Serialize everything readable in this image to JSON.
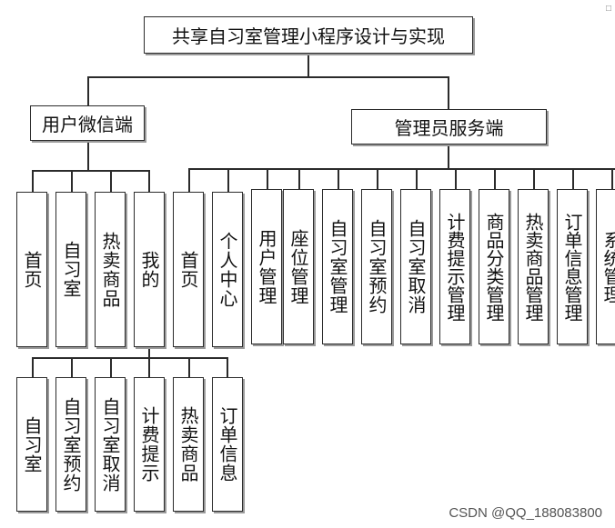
{
  "root": {
    "title": "共享自习室管理小程序设计与实现"
  },
  "user_branch": {
    "title": "用户微信端",
    "modules": [
      "首页",
      "自习室",
      "热卖商品",
      "我的"
    ],
    "my_submodules": [
      "自习室",
      "自习室预约",
      "自习室取消",
      "计费提示",
      "热卖商品",
      "订单信息"
    ]
  },
  "admin_branch": {
    "title": "管理员服务端",
    "modules": [
      "首页",
      "个人中心",
      "用户管理",
      "座位管理",
      "自习室管理",
      "自习室预约",
      "自习室取消",
      "计费提示管理",
      "商品分类管理",
      "热卖商品管理",
      "订单信息管理",
      "系统管理"
    ]
  },
  "watermark": "CSDN @QQ_188083800"
}
